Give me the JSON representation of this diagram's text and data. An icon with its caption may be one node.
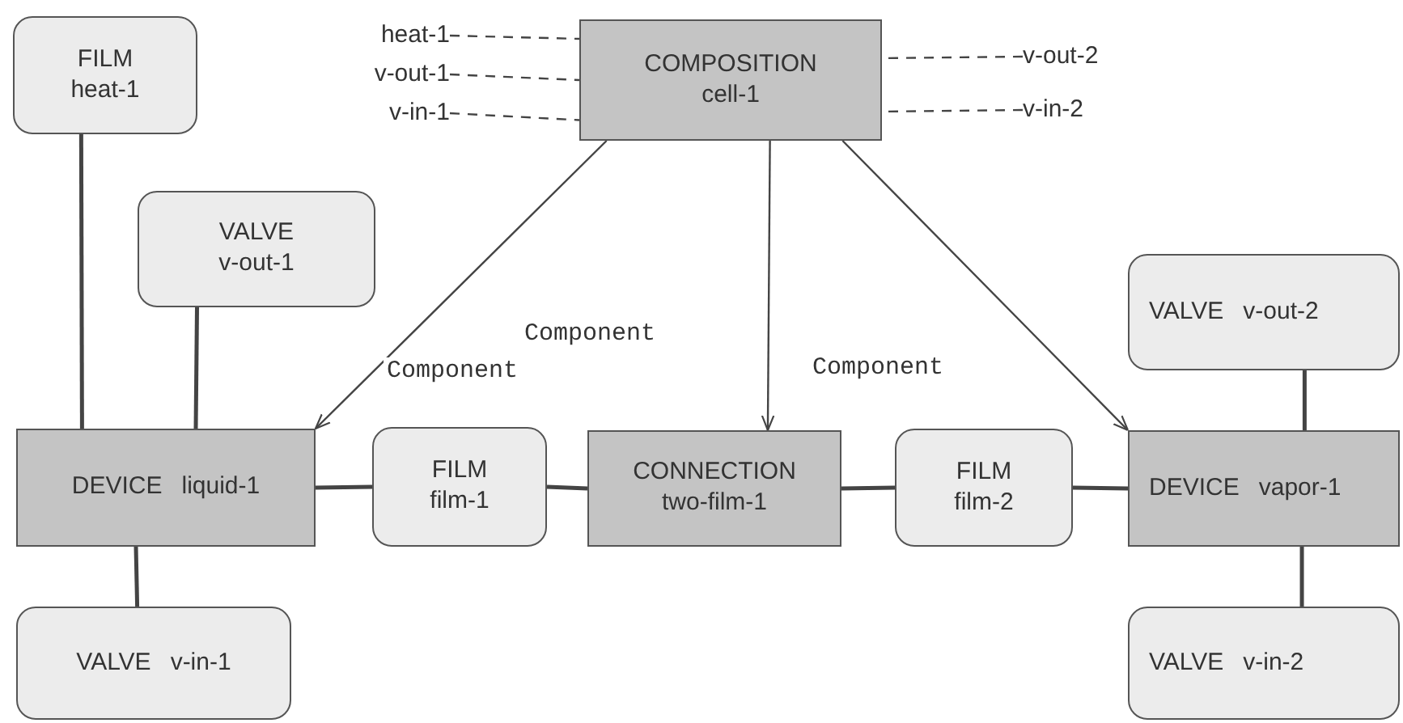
{
  "diagram": {
    "nodes": [
      {
        "text": [
          "COMPOSITION",
          "cell-1"
        ]
      },
      {
        "text": [
          "FILM",
          "heat-1"
        ]
      },
      {
        "text": [
          "VALVE",
          "v-out-1"
        ]
      },
      {
        "text": [
          "DEVICE",
          "liquid-1"
        ]
      },
      {
        "text": [
          "FILM",
          "film-1"
        ]
      },
      {
        "text": [
          "CONNECTION",
          "two-film-1"
        ]
      },
      {
        "text": [
          "FILM",
          "film-2"
        ]
      },
      {
        "text": [
          "VALVE",
          "v-out-2"
        ]
      },
      {
        "text": [
          "DEVICE",
          "vapor-1"
        ]
      },
      {
        "text": [
          "VALVE",
          "v-in-1"
        ]
      },
      {
        "text": [
          "VALVE",
          "v-in-2"
        ]
      },
      {
        "text": [
          "heat-1"
        ]
      },
      {
        "text": [
          "v-out-1"
        ]
      },
      {
        "text": [
          "v-in-1"
        ]
      },
      {
        "text": [
          "v-out-2"
        ]
      },
      {
        "text": [
          "v-in-2"
        ]
      }
    ],
    "edges": [
      {
        "from": 0,
        "to": 3,
        "arrow": "to",
        "label": "Component"
      },
      {
        "from": 0,
        "to": 5,
        "arrow": "to",
        "label": "Component"
      },
      {
        "from": 0,
        "to": 8,
        "arrow": "to",
        "label": "Component"
      },
      {
        "from": 1,
        "to": 3,
        "arrow": "none"
      },
      {
        "from": 2,
        "to": 3,
        "arrow": "none"
      },
      {
        "from": 3,
        "to": 4,
        "arrow": "none"
      },
      {
        "from": 4,
        "to": 5,
        "arrow": "none"
      },
      {
        "from": 5,
        "to": 6,
        "arrow": "none"
      },
      {
        "from": 6,
        "to": 8,
        "arrow": "none"
      },
      {
        "from": 7,
        "to": 8,
        "arrow": "none"
      },
      {
        "from": 3,
        "to": 9,
        "arrow": "none"
      },
      {
        "from": 8,
        "to": 10,
        "arrow": "none"
      },
      {
        "from": 11,
        "to": 0,
        "arrow": "none",
        "style": "dashed"
      },
      {
        "from": 12,
        "to": 0,
        "arrow": "none",
        "style": "dashed"
      },
      {
        "from": 13,
        "to": 0,
        "arrow": "none",
        "style": "dashed"
      },
      {
        "from": 14,
        "to": 0,
        "arrow": "none",
        "style": "dashed"
      },
      {
        "from": 15,
        "to": 0,
        "arrow": "none",
        "style": "dashed"
      }
    ]
  }
}
